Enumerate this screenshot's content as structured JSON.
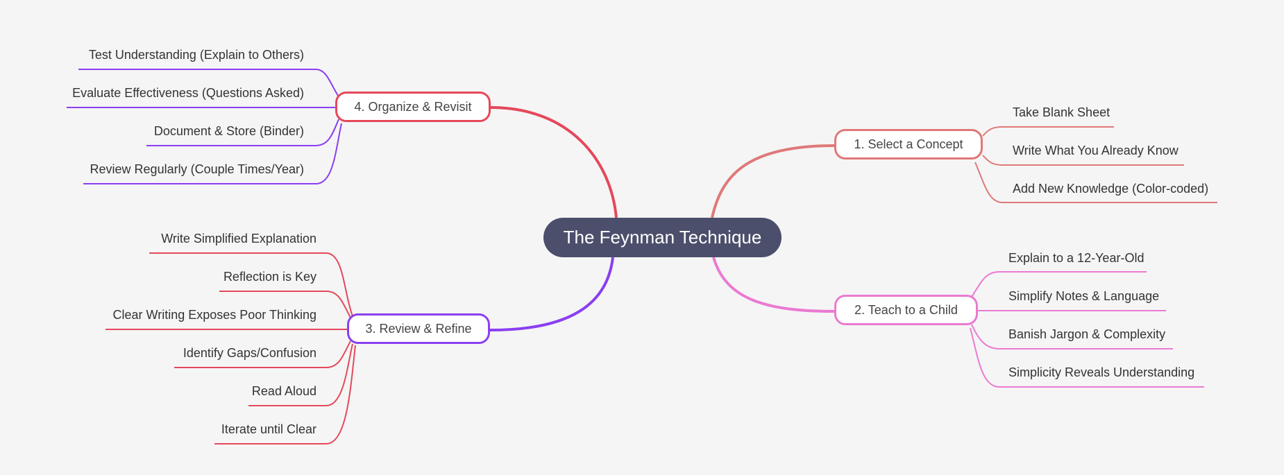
{
  "root": {
    "label": "The Feynman Technique",
    "color": "#4b4f6b"
  },
  "branches": [
    {
      "label": "1. Select a Concept",
      "color": "#e07878",
      "child_color": "#e07878",
      "children": [
        "Take Blank Sheet",
        "Write What You Already Know",
        "Add New Knowledge (Color-coded)"
      ]
    },
    {
      "label": "2. Teach to a Child",
      "color": "#ea7ad2",
      "child_color": "#ea7ad2",
      "children": [
        "Explain to a 12-Year-Old",
        "Simplify Notes & Language",
        "Banish Jargon & Complexity",
        "Simplicity Reveals Understanding"
      ]
    },
    {
      "label": "3. Review & Refine",
      "color": "#8a3ff0",
      "child_color": "#e5485a",
      "children": [
        "Write Simplified Explanation",
        "Reflection is Key",
        "Clear Writing Exposes Poor Thinking",
        "Identify Gaps/Confusion",
        "Read Aloud",
        "Iterate until Clear"
      ]
    },
    {
      "label": "4. Organize & Revisit",
      "color": "#e5485a",
      "child_color": "#8a3ff0",
      "children": [
        "Test Understanding (Explain to Others)",
        "Evaluate Effectiveness (Questions Asked)",
        "Document & Store (Binder)",
        "Review Regularly (Couple Times/Year)"
      ]
    }
  ]
}
